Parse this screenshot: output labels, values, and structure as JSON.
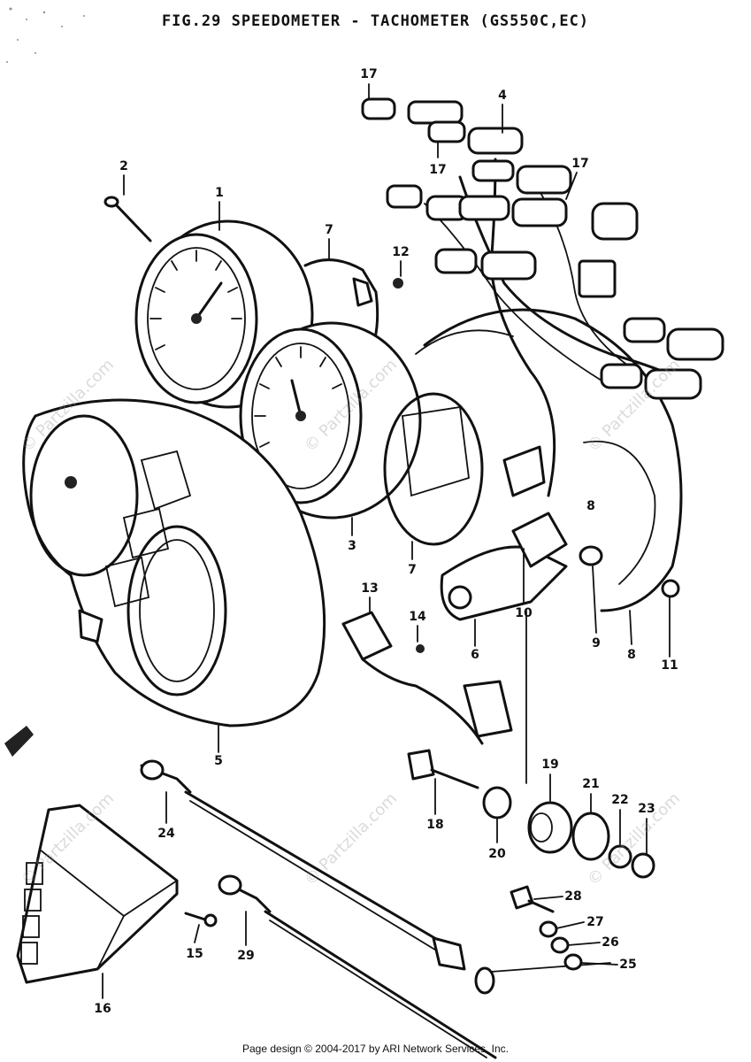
{
  "title": "FIG.29  SPEEDOMETER - TACHOMETER (GS550C,EC)",
  "footer": "Page design © 2004-2017 by ARI Network Services, Inc.",
  "watermark": "© Partzilla.com",
  "callouts": [
    "1",
    "2",
    "3",
    "4",
    "5",
    "6",
    "7",
    "7",
    "8",
    "8",
    "9",
    "10",
    "11",
    "12",
    "13",
    "14",
    "15",
    "16",
    "17",
    "17",
    "17",
    "18",
    "19",
    "20",
    "21",
    "22",
    "23",
    "24",
    "25",
    "26",
    "27",
    "28",
    "29"
  ]
}
